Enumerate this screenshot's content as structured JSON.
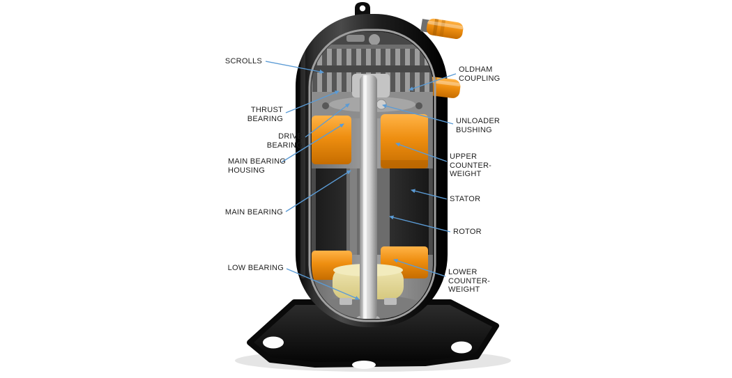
{
  "labels": [
    {
      "name": "scrolls",
      "text": "SCROLLS"
    },
    {
      "name": "thrust-bearing",
      "text": "THRUST\nBEARING"
    },
    {
      "name": "drive-bearing",
      "text": "DRIVE\nBEARING"
    },
    {
      "name": "main-bearing-housing",
      "text": "MAIN BEARING\nHOUSING"
    },
    {
      "name": "main-bearing",
      "text": "MAIN BEARING"
    },
    {
      "name": "low-bearing",
      "text": "LOW BEARING"
    },
    {
      "name": "oldham-coupling",
      "text": "OLDHAM\nCOUPLING"
    },
    {
      "name": "unloader-bushing",
      "text": "UNLOADER\nBUSHING"
    },
    {
      "name": "upper-counterweight",
      "text": "UPPER\nCOUNTER-\nWEIGHT"
    },
    {
      "name": "stator",
      "text": "STATOR"
    },
    {
      "name": "rotor",
      "text": "ROTOR"
    },
    {
      "name": "lower-counterweight",
      "text": "LOWER\nCOUNTER-\nWEIGHT"
    }
  ],
  "colors": {
    "background": "#ffffff",
    "leader_line": "#5b9bd5",
    "label_text": "#1d1d1d",
    "shell_black": "#151515",
    "counterweight_orange": "#e8860d",
    "fitting_orange": "#f09a1a",
    "shaft_silver": "#cfcfcf",
    "interior_gray": "#8f8f8f",
    "base_black": "#0d0d0d",
    "lower_yellow": "#e7dd9e"
  }
}
